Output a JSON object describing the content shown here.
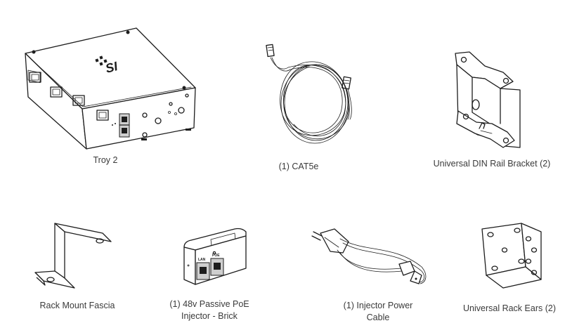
{
  "items": [
    {
      "id": "troy",
      "caption": "Troy 2",
      "icon": "rack-switch-device-icon",
      "logo_text": "SI"
    },
    {
      "id": "cat5e",
      "caption": "(1) CAT5e",
      "icon": "ethernet-cable-icon"
    },
    {
      "id": "din",
      "caption": "Universal DIN Rail Bracket (2)",
      "icon": "din-rail-bracket-icon"
    },
    {
      "id": "fascia",
      "caption": "Rack Mount Fascia",
      "icon": "rack-mount-fascia-icon"
    },
    {
      "id": "poe",
      "caption": "(1) 48v Passive PoE\nInjector - Brick",
      "icon": "poe-injector-icon",
      "port_labels": [
        "LAN",
        "POE"
      ]
    },
    {
      "id": "power",
      "caption": "(1) Injector Power\nCable",
      "icon": "power-cable-icon"
    },
    {
      "id": "ears",
      "caption": "Universal Rack Ears (2)",
      "icon": "rack-ears-icon"
    }
  ]
}
